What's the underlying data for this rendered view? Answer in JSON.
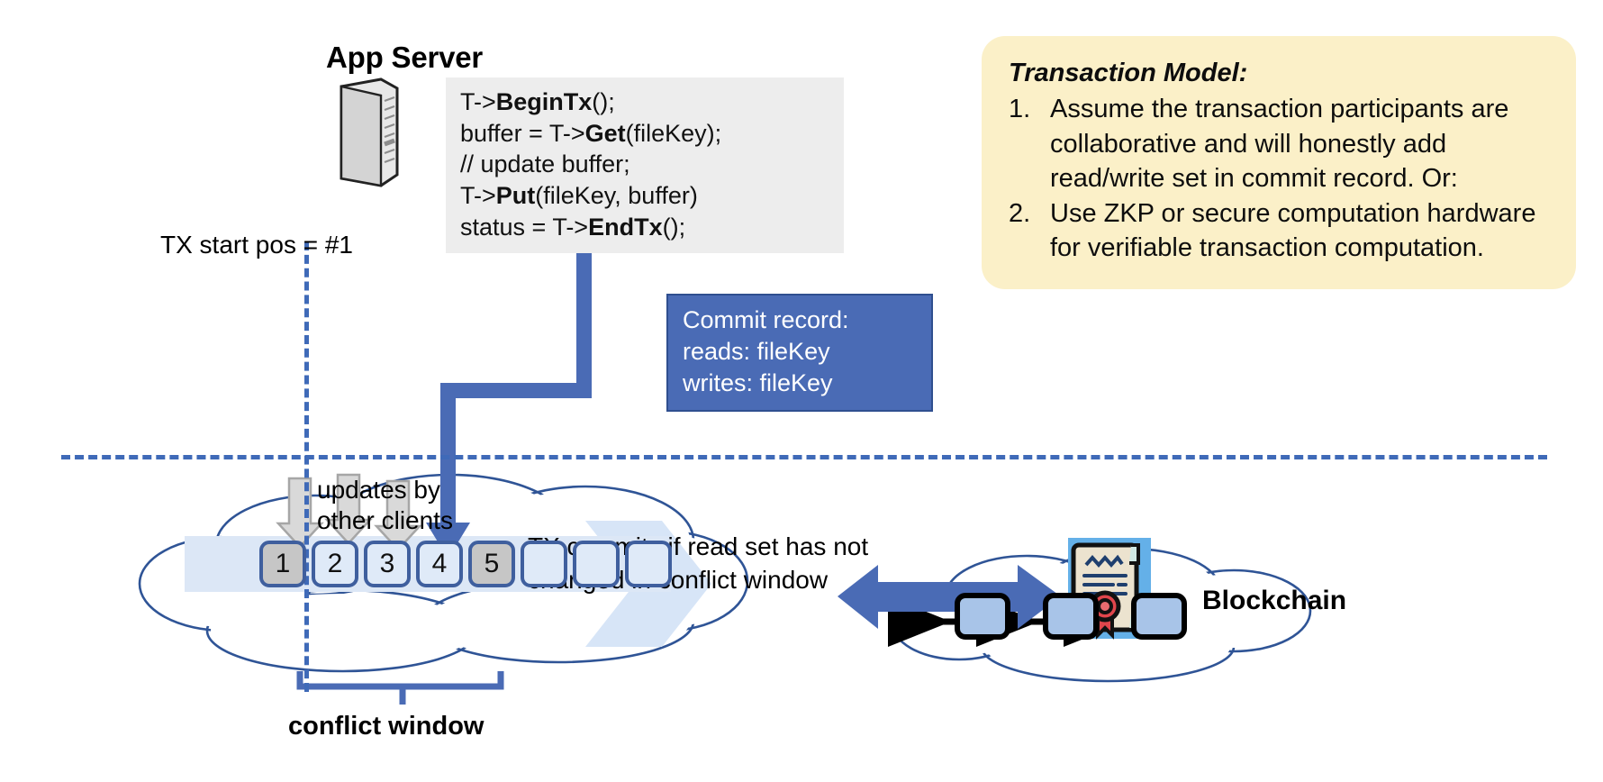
{
  "app_server": {
    "title": "App Server",
    "icon": "server-tower-icon",
    "code_lines": [
      {
        "pre": "T->",
        "bold": "BeginTx",
        "post": "();"
      },
      {
        "pre": "buffer = T->",
        "bold": "Get",
        "post": "(fileKey);"
      },
      {
        "pre": "// update buffer;",
        "bold": "",
        "post": ""
      },
      {
        "pre": "T->",
        "bold": "Put",
        "post": "(fileKey, buffer)"
      },
      {
        "pre": "status = T->",
        "bold": "EndTx",
        "post": "();"
      }
    ]
  },
  "commit_record": {
    "lines": [
      "Commit record:",
      "reads: fileKey",
      "writes: fileKey"
    ]
  },
  "transaction_model": {
    "title": "Transaction Model:",
    "items": [
      {
        "num": "1.",
        "text": "Assume the transaction participants are collaborative and will honestly add read/write set in commit record.  Or:"
      },
      {
        "num": "2.",
        "text": "Use ZKP or secure computation hardware for verifiable transaction computation."
      }
    ]
  },
  "labels": {
    "tx_start_pos": "TX start pos = #1",
    "updates_by_other_clients": "updates by\nother clients",
    "tx_commits_note": "TX commits if read set has not\nchanged in conflict window",
    "conflict_window": "conflict window",
    "blockchain": "Blockchain"
  },
  "ledger": {
    "blocks": [
      {
        "label": "1",
        "filled": true
      },
      {
        "label": "2",
        "filled": false
      },
      {
        "label": "3",
        "filled": false
      },
      {
        "label": "4",
        "filled": false
      },
      {
        "label": "5",
        "filled": true
      },
      {
        "label": "",
        "filled": false
      },
      {
        "label": "",
        "filled": false
      },
      {
        "label": "",
        "filled": false
      }
    ]
  },
  "blockchain": {
    "node_count": 3,
    "certificate_icon": "certificate-seal-icon"
  },
  "colors": {
    "accent_blue": "#4a6bb5",
    "dash_blue": "#3f6ab8",
    "block_border": "#3f5f9e",
    "block_fill": "#dfeaf8",
    "block_filled": "#c6c6c6",
    "strip_fill": "#dce7f6",
    "code_bg": "#ededed",
    "model_bg": "#fbf0c8",
    "chain_node": "#a8c4e8",
    "seal_red": "#d4373d"
  }
}
